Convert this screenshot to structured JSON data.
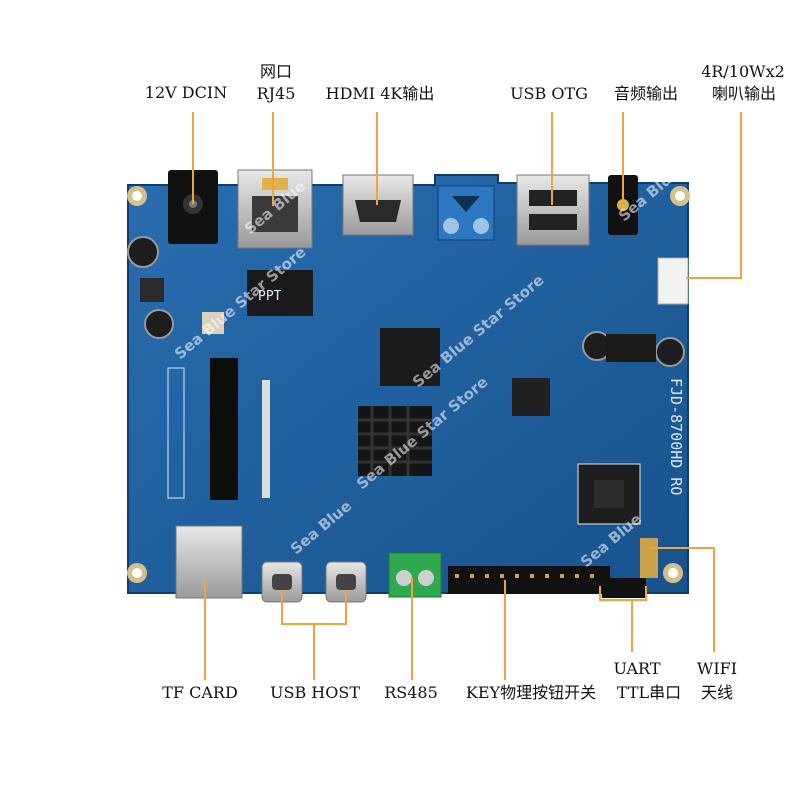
{
  "labels": {
    "dcin": "12V DCIN",
    "rj45_cn": "网口",
    "rj45": "RJ45",
    "hdmi": "HDMI 4K输出",
    "usb_otg": "USB OTG",
    "audio": "音频输出",
    "speaker_spec": "4R/10Wx2",
    "speaker_cn": "喇叭输出",
    "tf_card": "TF CARD",
    "usb_host": "USB HOST",
    "rs485": "RS485",
    "key": "KEY物理按钮开关",
    "uart": "UART",
    "uart_cn": "TTL串口",
    "wifi": "WIFI",
    "wifi_cn": "天线"
  },
  "board": {
    "model_silk": "FJD-8700HD RO",
    "watermark": "Sea Blue Star Store",
    "watermark_short": "Sea Blue",
    "ppt_mark": "PPT"
  },
  "colors": {
    "pcb": "#1f5f9e",
    "pcb_dark": "#174b80",
    "leader": "#f2a33a",
    "metal": "#c8c8c8",
    "gold": "#c9a24a",
    "heatsink": "#1a1a1a",
    "terminal": "#2fa84f"
  }
}
